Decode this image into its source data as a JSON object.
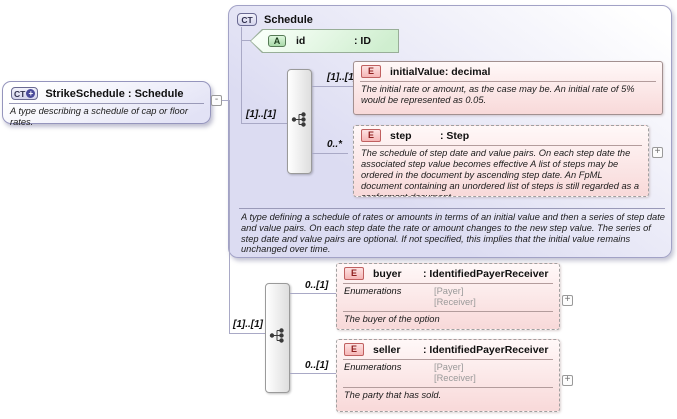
{
  "handles": {
    "collapse": "-",
    "expand": "+"
  },
  "root": {
    "badge": "CT",
    "badge_plus": "+",
    "title": "StrikeSchedule : Schedule",
    "description": "A type describing a schedule of cap or floor rates."
  },
  "schedule": {
    "badge": "CT",
    "title": "Schedule",
    "attribute_id": {
      "badge": "A",
      "name": "id",
      "type_label": ": ID"
    },
    "sequence_cardinality": "[1]..[1]",
    "initialValue": {
      "badge": "E",
      "name": "initialValue",
      "type_label": ": decimal",
      "cardinality": "[1]..[1]",
      "description": "The initial rate or amount, as the case may be. An initial rate of 5% would be represented as 0.05."
    },
    "step": {
      "badge": "E",
      "name": "step",
      "type_label": ": Step",
      "cardinality": "0..*",
      "description": "The schedule of step date and value pairs. On each step date the associated step value becomes effective A list of steps may be ordered in the document by ascending step date. An FpML document containing an unordered list of steps is still regarded as a conformant document."
    },
    "annotation": "A type defining a schedule of rates or amounts in terms of an initial value and then a series of step date and value pairs. On each step date the rate or amount changes to the new step value. The series of step date and value pairs are optional. If not specified, this implies that the initial value remains unchanged over time."
  },
  "extension": {
    "sequence_cardinality": "[1]..[1]",
    "buyer": {
      "badge": "E",
      "name": "buyer",
      "type_label": ": IdentifiedPayerReceiver",
      "cardinality": "0..[1]",
      "enumerations_label": "Enumerations",
      "enumerations": [
        "[Payer]",
        "[Receiver]"
      ],
      "description": "The buyer of the option"
    },
    "seller": {
      "badge": "E",
      "name": "seller",
      "type_label": ": IdentifiedPayerReceiver",
      "cardinality": "0..[1]",
      "enumerations_label": "Enumerations",
      "enumerations": [
        "[Payer]",
        "[Receiver]"
      ],
      "description": "The party that has sold."
    }
  }
}
